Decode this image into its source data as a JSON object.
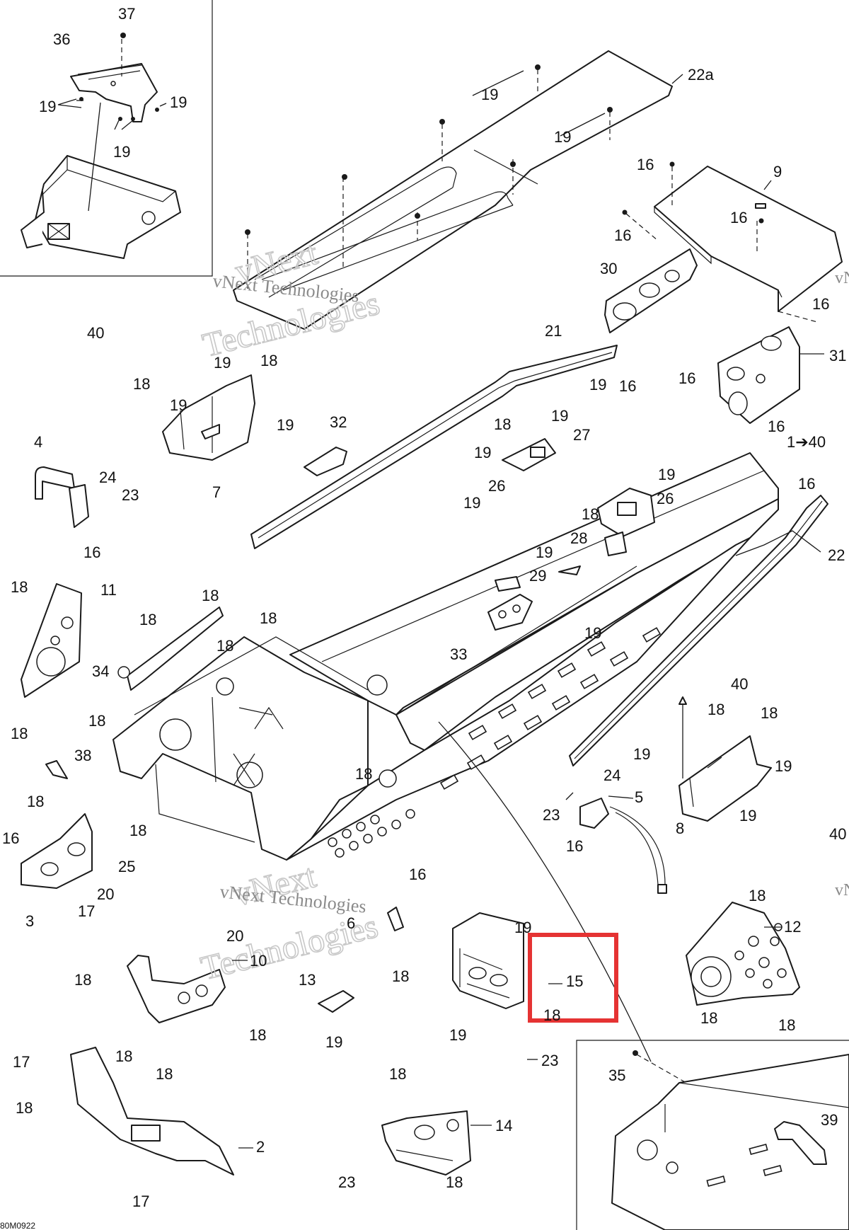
{
  "diagram_code": "80M0922",
  "watermark": {
    "brand": "vNext",
    "word": "Technologies",
    "line": "vNext Technologies",
    "cut": "vN"
  },
  "highlight": {
    "color": "#e53333",
    "part": "15"
  },
  "callouts": {
    "c37": "37",
    "c36": "36",
    "c19a": "19",
    "c19b": "19",
    "c19c": "19",
    "c22a": "22a",
    "c19d": "19",
    "c19e": "19",
    "c16a": "16",
    "c9": "9",
    "c16b": "16",
    "c16c": "16",
    "c30": "30",
    "c16d": "16",
    "c31": "31",
    "c21": "21",
    "c40a": "40",
    "c19f": "19",
    "c18a": "18",
    "c18b": "18",
    "c19g": "19",
    "c19h": "19",
    "c16e": "16",
    "c16f": "16",
    "c32": "32",
    "c18c": "18",
    "c19i": "19",
    "c27": "27",
    "c19j": "19",
    "c16g": "16",
    "c1": "1➔40",
    "c4": "4",
    "c24a": "24",
    "c23a": "23",
    "c26a": "26",
    "c19k": "19",
    "c16h": "16",
    "c7": "7",
    "c19l": "19",
    "c26b": "26",
    "c18d": "18",
    "c28": "28",
    "c16i": "16",
    "c22": "22",
    "c19m": "19",
    "c29": "29",
    "c18e": "18",
    "c11": "11",
    "c18f": "18",
    "c18g": "18",
    "c18h": "18",
    "c33": "33",
    "c19n": "19",
    "c18i": "18",
    "c34": "34",
    "c18j": "18",
    "c40b": "40",
    "c18k": "18",
    "c18l": "18",
    "c38": "38",
    "c18m": "18",
    "c19o": "19",
    "c24b": "24",
    "c18n": "18",
    "c19p": "19",
    "c23b": "23",
    "c5": "5",
    "c18o": "18",
    "c16j": "16",
    "c19q": "19",
    "c8": "8",
    "c40c": "40",
    "c16k": "16",
    "c25": "25",
    "c16l": "16",
    "c20a": "20",
    "c3": "3",
    "c17a": "17",
    "c18p": "18",
    "c18q": "18",
    "c6": "6",
    "c12": "12",
    "c19r": "19",
    "c15": "15",
    "c20b": "20",
    "c10": "10",
    "c18r": "18",
    "c18s": "18",
    "c13": "13",
    "c18t": "18",
    "c18u": "18",
    "c18v": "18",
    "c19s": "19",
    "c19t": "19",
    "c23c": "23",
    "c18w": "18",
    "c35": "35",
    "c17b": "17",
    "c18x": "18",
    "c19u": "19",
    "c18y": "18",
    "c14": "14",
    "c39": "39",
    "c2": "2",
    "c23d": "23",
    "c18z": "18",
    "c17c": "17",
    "c18aa": "18",
    "c18ab": "18"
  }
}
